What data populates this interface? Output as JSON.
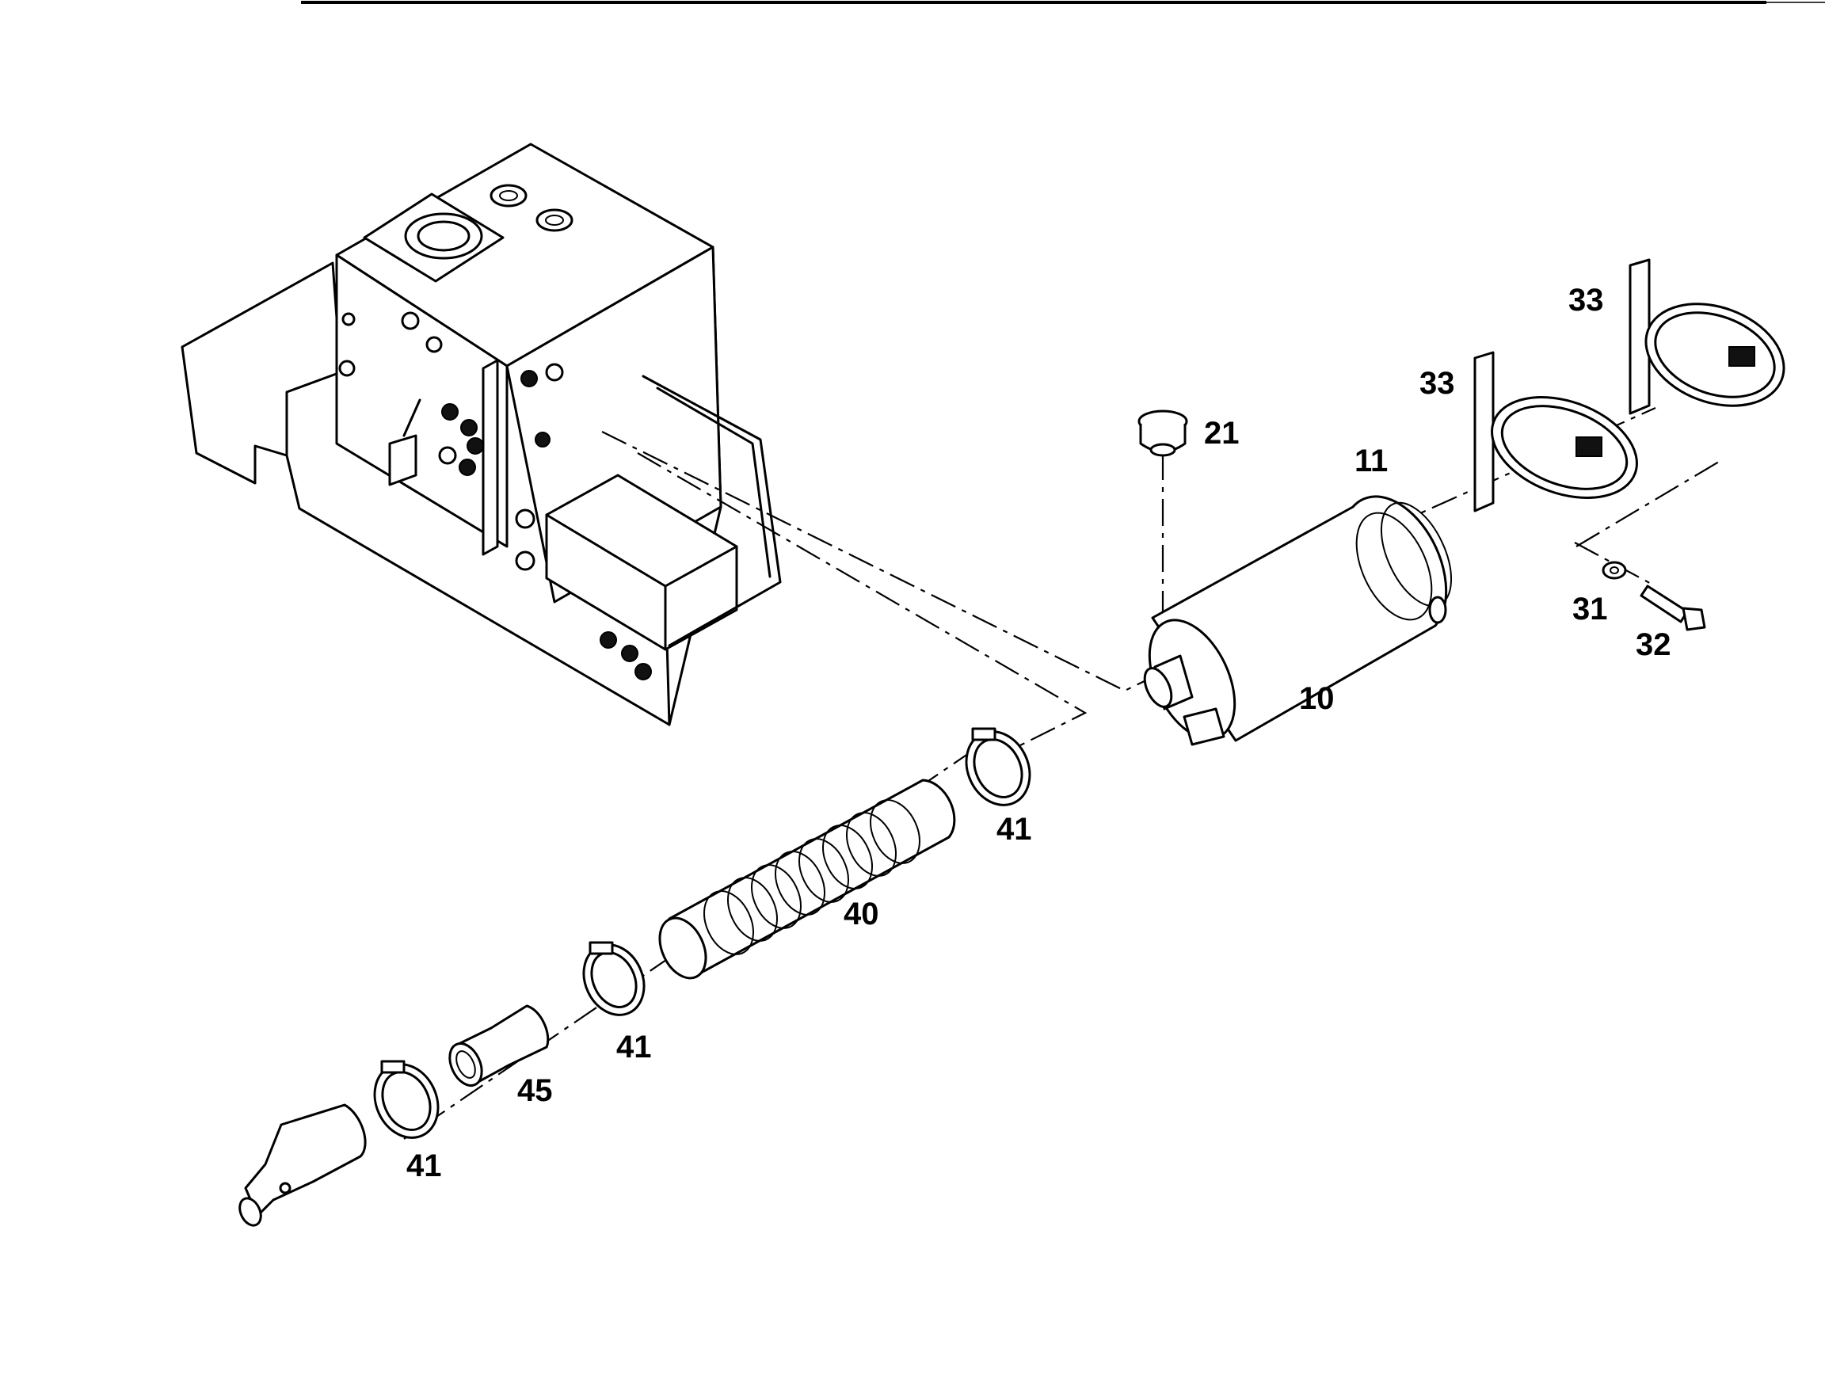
{
  "diagram": {
    "labels": {
      "p10": "10",
      "p11": "11",
      "p21": "21",
      "p31": "31",
      "p32": "32",
      "p33a": "33",
      "p33b": "33",
      "p40": "40",
      "p41a": "41",
      "p41b": "41",
      "p41c": "41",
      "p45": "45"
    }
  }
}
